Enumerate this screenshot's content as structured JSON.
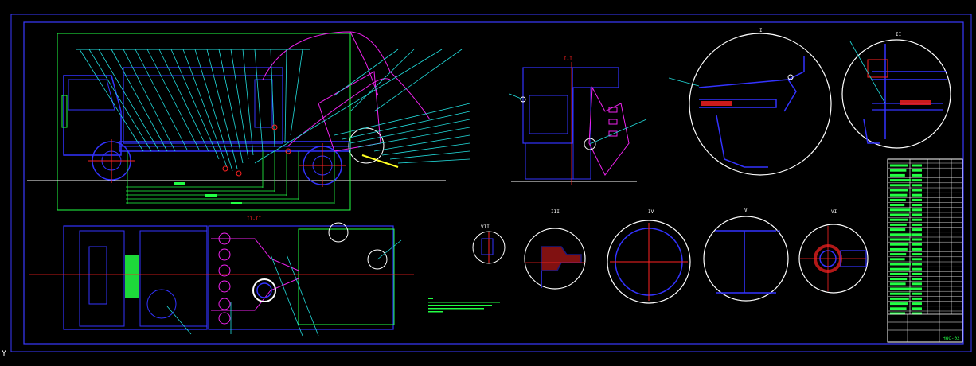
{
  "colors": {
    "background": "#000000",
    "frame": "#3a3aff",
    "blue": "#3333ff",
    "green": "#22ff44",
    "cyan": "#22dddd",
    "magenta": "#ee22ee",
    "red": "#ff2222",
    "white": "#ffffff",
    "yellow": "#ffff22"
  },
  "labels": {
    "section_side_view": "I-I",
    "section_plan_view": "II-II",
    "detail_top_1": "I",
    "detail_top_2": "II",
    "detail_b1": "III",
    "detail_b2": "IV",
    "detail_b3": "V",
    "detail_b4": "VI",
    "detail_small": "VII",
    "title_block_code": "HGC-02"
  },
  "icons": {
    "ucs": "ucs-axis-icon"
  }
}
